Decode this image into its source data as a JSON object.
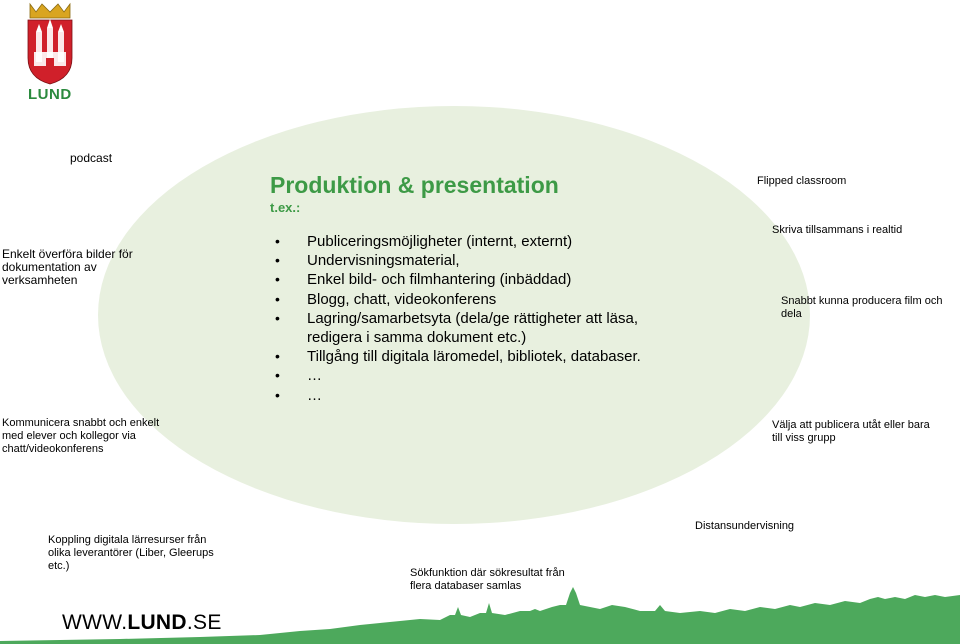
{
  "logo": {
    "text": "LUND"
  },
  "slide": {
    "title": "Produktion & presentation",
    "subtitle": "t.ex.:",
    "bullets": [
      "Publiceringsmöjligheter (internt, externt)",
      "Undervisningsmaterial,",
      "Enkel bild- och filmhantering (inbäddad)",
      "Blogg, chatt, videokonferens",
      "Lagring/samarbetsyta (dela/ge rättigheter att läsa, redigera i samma dokument etc.)",
      "Tillgång till digitala läromedel, bibliotek, databaser.",
      "…",
      "…"
    ],
    "bullet_glyph": "•"
  },
  "notes": {
    "podcast": "podcast",
    "bilder": "Enkelt överföra bilder för dokumentation av verksamheten",
    "kommunicera": "Kommunicera snabbt och enkelt med elever och kollegor via chatt/videokonferens",
    "flipped": "Flipped classroom",
    "skriva": "Skriva tillsammans i realtid",
    "snabbt": "Snabbt kunna producera film och dela",
    "valja": "Välja att publicera utåt eller bara till viss grupp",
    "koppling": "Koppling digitala lärresurser från olika leverantörer (Liber, Gleerups etc.)",
    "sok": "Sökfunktion där sökresultat från flera databaser samlas",
    "distans": "Distansundervisning"
  },
  "footer": {
    "url_prefix": "WWW.",
    "url_bold": "LUND",
    "url_suffix": ".SE"
  },
  "colors": {
    "accent_green": "#3d9a46",
    "ellipse_fill": "#e8f0df",
    "skyline_green": "#2e9a3f",
    "logo_red": "#d0202a",
    "logo_gold": "#d9a520"
  }
}
